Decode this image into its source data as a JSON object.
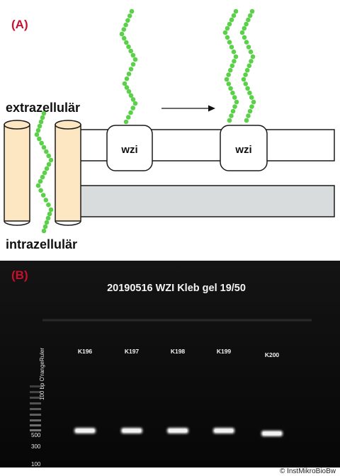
{
  "panel_a": {
    "label": "(A)",
    "extracellular_label": "extrazellulär",
    "intracellular_label": "intrazellulär",
    "protein_label_left": "wzi",
    "protein_label_right": "wzi",
    "colors": {
      "label_red": "#c8102e",
      "chain_green": "#5bd14a",
      "pore_fill": "#fde7c2",
      "membrane_inner_fill": "#d9dcdc",
      "outline": "#1a1a1a"
    }
  },
  "panel_b": {
    "label": "(B)",
    "gel_title": "20190516 WZI Kleb gel 19/50",
    "ladder_name": "100 bp O'rangeRuler",
    "ladder_marks": [
      "500",
      "300",
      "100"
    ],
    "lanes": [
      "K196",
      "K197",
      "K198",
      "K199",
      "K200"
    ],
    "band_size": "500",
    "colors": {
      "gel_background": "#0a0a0a",
      "band": "#f2f2f2",
      "label_red": "#c8102e"
    }
  },
  "credit": "© InstMikroBioBw"
}
